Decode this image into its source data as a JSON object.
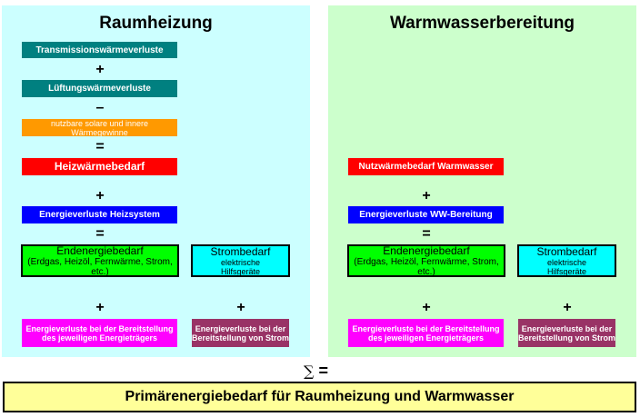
{
  "left": {
    "title": "Raumheizung",
    "transmission": "Transmissionswärmeverluste",
    "op1": "+",
    "lueftung": "Lüftungswärmeverluste",
    "op2": "–",
    "gewinne": "nutzbare solare und innere Wärmegewinne",
    "op3": "=",
    "heizwaerme": "Heizwärmebedarf",
    "op4": "+",
    "verluste_system": "Energieverluste Heizsystem",
    "op5": "=",
    "endenergie_title": "Endenergiebedarf",
    "endenergie_sub": "(Erdgas, Heizöl, Fernwärme, Strom, etc.)",
    "strom_title": "Strombedarf",
    "strom_sub1": "elektrische",
    "strom_sub2": "Hilfsgeräte",
    "op6": "+",
    "op7": "+",
    "verluste_traeger": "Energieverluste bei der Bereitstellung des jeweiligen Energieträgers",
    "verluste_strom": "Energieverluste bei der Bereitstellung von Strom"
  },
  "right": {
    "title": "Warmwasserbereitung",
    "nutzwaerme": "Nutzwärmebedarf Warmwasser",
    "op1": "+",
    "verluste_ww": "Energieverluste WW-Bereitung",
    "op2": "=",
    "endenergie_title": "Endenergiebedarf",
    "endenergie_sub": "(Erdgas, Heizöl, Fernwärme, Strom, etc.)",
    "strom_title": "Strombedarf",
    "strom_sub1": "elektrische",
    "strom_sub2": "Hilfsgeräte",
    "op3": "+",
    "op4": "+",
    "verluste_traeger": "Energieverluste bei der Bereitstellung des jeweiligen Energieträgers",
    "verluste_strom": "Energieverluste bei der Bereitstellung von Strom"
  },
  "sum": {
    "sigma": "∑",
    "equals": "="
  },
  "result": "Primärenergiebedarf für Raumheizung und Warmwasser",
  "colors": {
    "teal": "#008080",
    "orange": "#ff9900",
    "red": "#ff0000",
    "blue": "#0000ff",
    "green": "#00ff00",
    "cyan": "#00ffff",
    "magenta": "#ff00ff",
    "plum": "#993366"
  }
}
